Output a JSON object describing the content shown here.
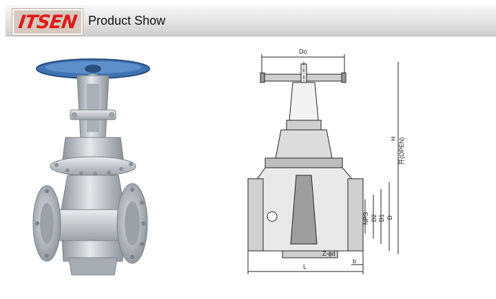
{
  "header": {
    "logo_text": "ITSEN",
    "title": "Product Show"
  },
  "drawing": {
    "labels": {
      "do": "Do",
      "h": "H",
      "open": "开(OPEN)",
      "nps": "NPS",
      "d2": "D2",
      "d1": "D1",
      "d": "D",
      "z": "Z-ϕd",
      "b": "b",
      "l": "L"
    }
  },
  "colors": {
    "handwheel": "#3f73b3",
    "steel": "#b9bfc6",
    "logo_red": "#e11b1b"
  }
}
